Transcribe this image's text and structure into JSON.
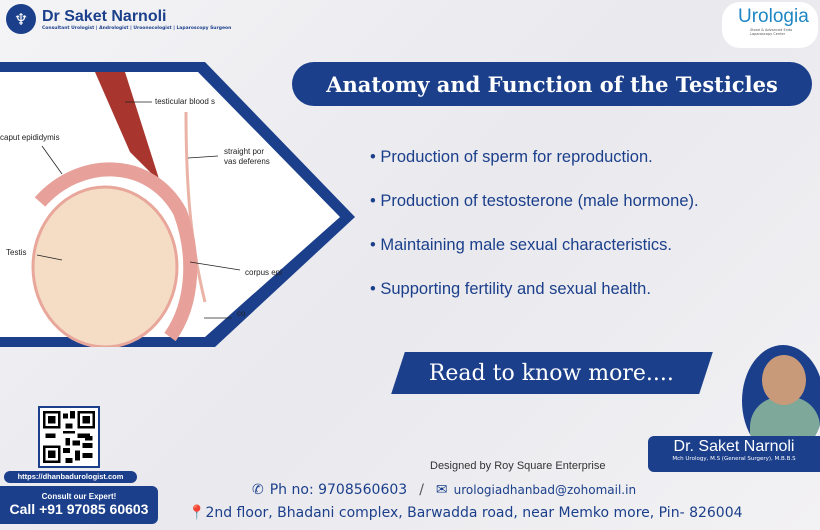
{
  "brand": {
    "name": "Dr Saket Narnoli",
    "tagline": "Consultant Urologist | Andrologist | Uroonocologist | Laparoscopy Surgeon"
  },
  "partner_logo": {
    "name": "Urologia",
    "tagline": "Stone & Advanced Endo Laparoscopy Center"
  },
  "diagram": {
    "labels": [
      "testicular blood s",
      "caput epididymis",
      "straight por",
      "vas deferens",
      "Testis",
      "corpus epi",
      "co"
    ]
  },
  "title": "Anatomy and Function of the Testicles",
  "bullets": [
    "• Production of sperm for reproduction.",
    "• Production of testosterone (male hormone).",
    "• Maintaining male sexual characteristics.",
    "• Supporting fertility and sexual health."
  ],
  "read_more": "Read to know more....",
  "doctor": {
    "name": "Dr. Saket Narnoli",
    "qualifications": "Mch Urology, M.S (General Surgery), M.B.B.S"
  },
  "website": "https://dhanbadurologist.com",
  "consult": {
    "line1": "Consult our Expert!",
    "line2": "Call +91 97085 60603"
  },
  "designed_by": "Designed by Roy Square Enterprise",
  "contact": {
    "phone": "Ph no: 9708560603",
    "separator": "/",
    "email": "urologiadhanbad@zohomail.in",
    "address": "2nd floor, Bhadani complex, Barwadda road, near Memko more, Pin- 826004"
  },
  "colors": {
    "primary": "#1b3f8b",
    "accent": "#1e86c4"
  },
  "icons": [
    "phone-icon",
    "mail-icon",
    "location-pin-icon",
    "qr-code"
  ]
}
